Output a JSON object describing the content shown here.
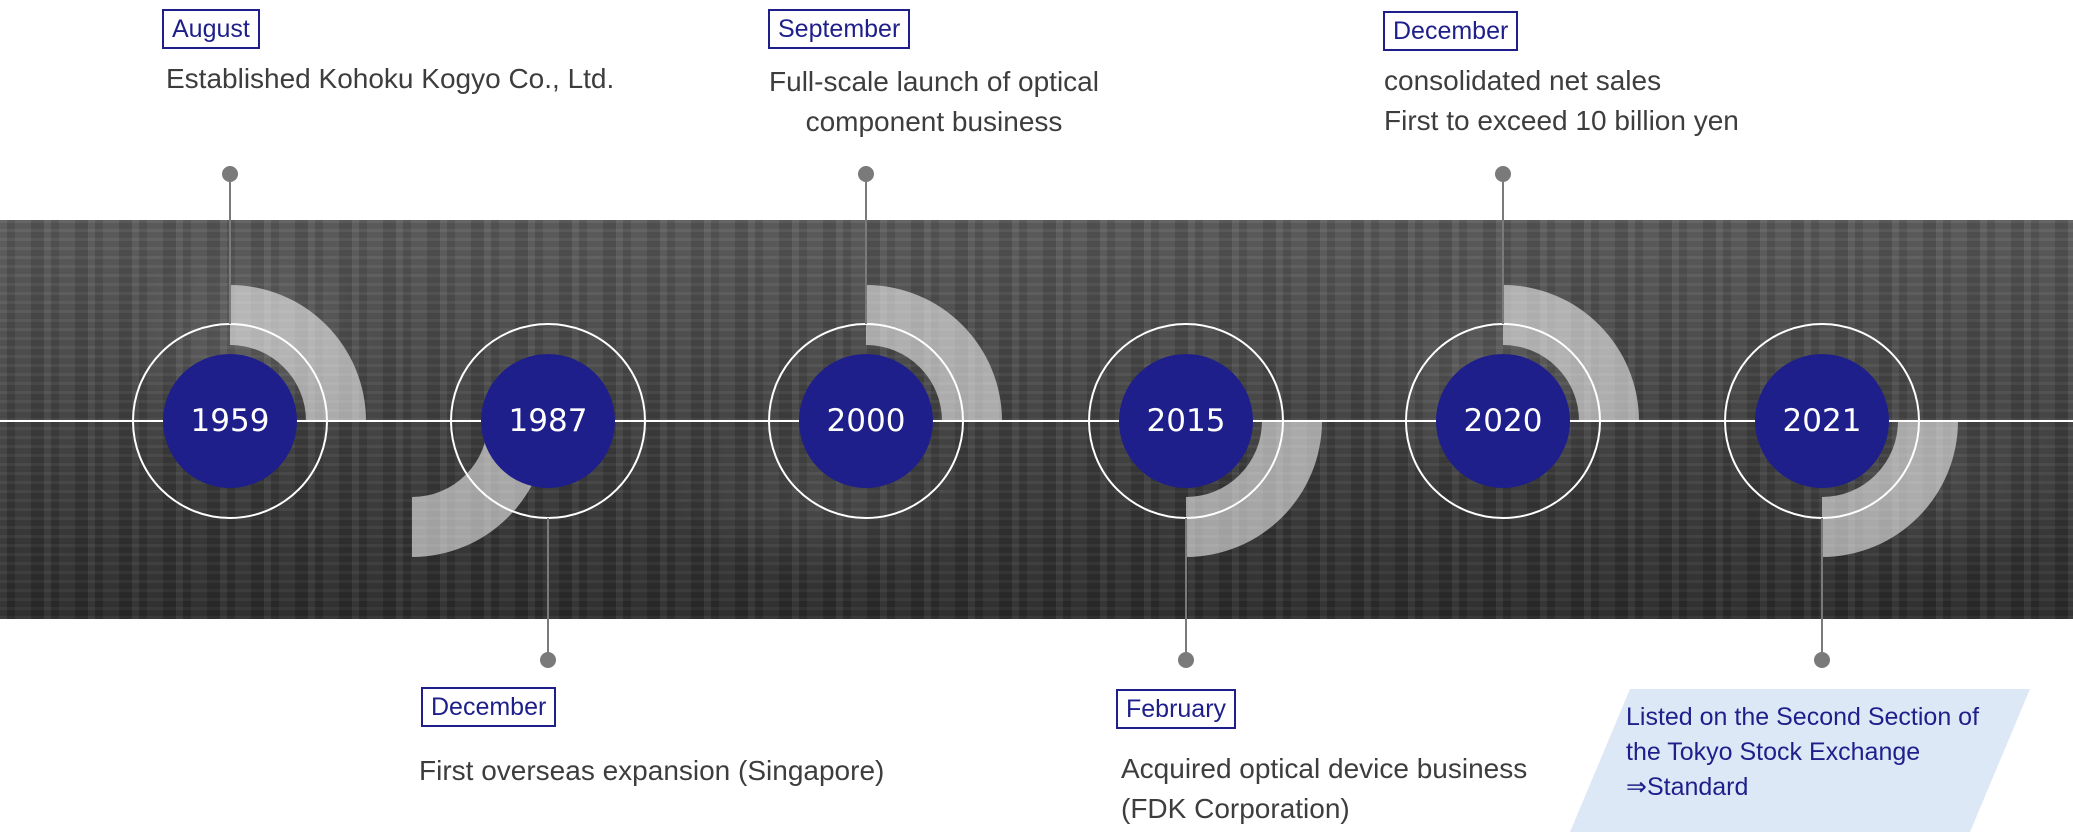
{
  "timeline": {
    "events": [
      {
        "year": "1959",
        "month": "August",
        "description": [
          "Established Kohoku Kogyo Co., Ltd."
        ]
      },
      {
        "year": "1987",
        "month": "December",
        "description": [
          "First overseas expansion (Singapore)"
        ]
      },
      {
        "year": "2000",
        "month": "September",
        "description": [
          "Full-scale launch of optical",
          "component business"
        ]
      },
      {
        "year": "2015",
        "month": "February",
        "description": [
          "Acquired optical device business",
          "(FDK Corporation)"
        ]
      },
      {
        "year": "2020",
        "month": "December",
        "description": [
          "consolidated net sales",
          "First to exceed 10 billion yen"
        ]
      },
      {
        "year": "2021",
        "month": "",
        "description": [
          "Listed on the Second Section of",
          "the Tokyo Stock Exchange",
          "⇒Standard"
        ]
      }
    ]
  },
  "colors": {
    "accent": "#1e1f8a",
    "highlight_bg": "#dde8f7",
    "connector": "#7a7a7a"
  }
}
